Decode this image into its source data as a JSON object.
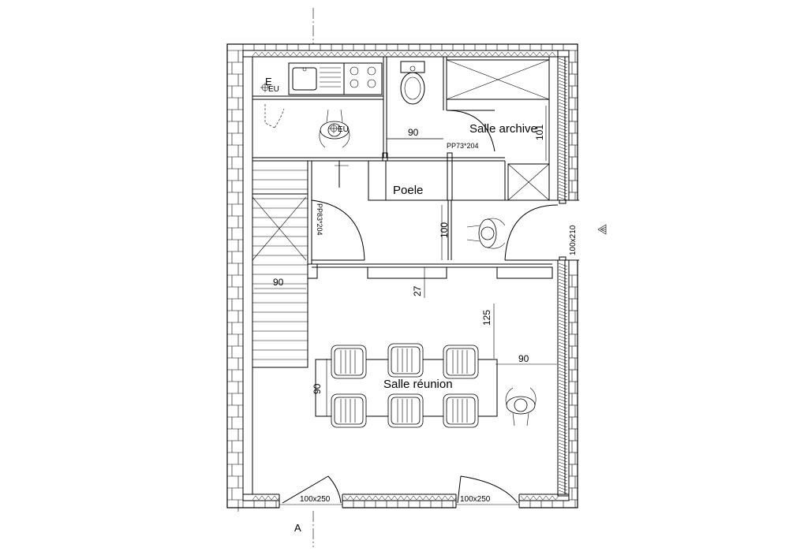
{
  "rooms": {
    "archive": "Salle archive",
    "poele": "Poele",
    "meeting": "Salle réunion"
  },
  "dimensions": {
    "wc_width": "90",
    "archive_depth": "101",
    "stair_width": "90",
    "hall_depth": "100",
    "corridor_gap": "27",
    "table_clearance": "125",
    "aisle_right": "90",
    "table_depth": "90"
  },
  "openings": {
    "door_archive": "PP73*204",
    "door_stair": "PP83*204",
    "door_entry": "100x210",
    "window_left": "100x250",
    "window_right": "100x250"
  },
  "fixtures": {
    "kitchen_power": "E",
    "kitchen_water": "EU",
    "drain_person": "EU"
  },
  "section_marker": "A",
  "icons": {
    "north": "triangle-marker-icon",
    "person": "person-topview-icon",
    "chair": "chair-icon"
  }
}
